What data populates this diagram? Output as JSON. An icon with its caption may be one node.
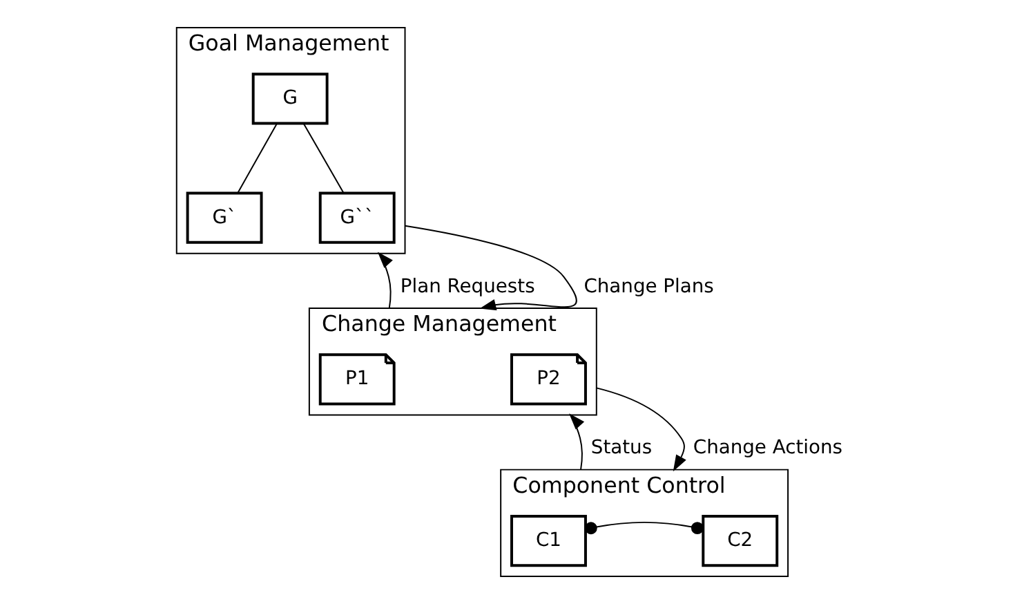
{
  "diagram": {
    "nodes": [
      {
        "text": [
          "Goal Management"
        ]
      },
      {
        "text": [
          "G"
        ],
        "in": 0
      },
      {
        "text": [
          "G`"
        ],
        "in": 0
      },
      {
        "text": [
          "G``"
        ],
        "in": 0
      },
      {
        "text": [
          "Change Management"
        ]
      },
      {
        "text": [
          "P1"
        ],
        "in": 4
      },
      {
        "text": [
          "P2"
        ],
        "in": 4
      },
      {
        "text": [
          "Component Control"
        ]
      },
      {
        "text": [
          "C1"
        ],
        "in": 7
      },
      {
        "text": [
          "C2"
        ],
        "in": 7
      }
    ],
    "edges": [
      {
        "from": 1,
        "to": 2,
        "arrow": "none"
      },
      {
        "from": 1,
        "to": 3,
        "arrow": "none"
      },
      {
        "from": 4,
        "to": 0,
        "arrow": "to",
        "label": "Plan Requests"
      },
      {
        "from": 0,
        "to": 4,
        "arrow": "to",
        "label": "Change Plans"
      },
      {
        "from": 7,
        "to": 4,
        "arrow": "to",
        "label": "Status"
      },
      {
        "from": 4,
        "to": 7,
        "arrow": "to",
        "label": "Change Actions"
      },
      {
        "from": 8,
        "to": 9,
        "arrow": "other"
      }
    ]
  }
}
